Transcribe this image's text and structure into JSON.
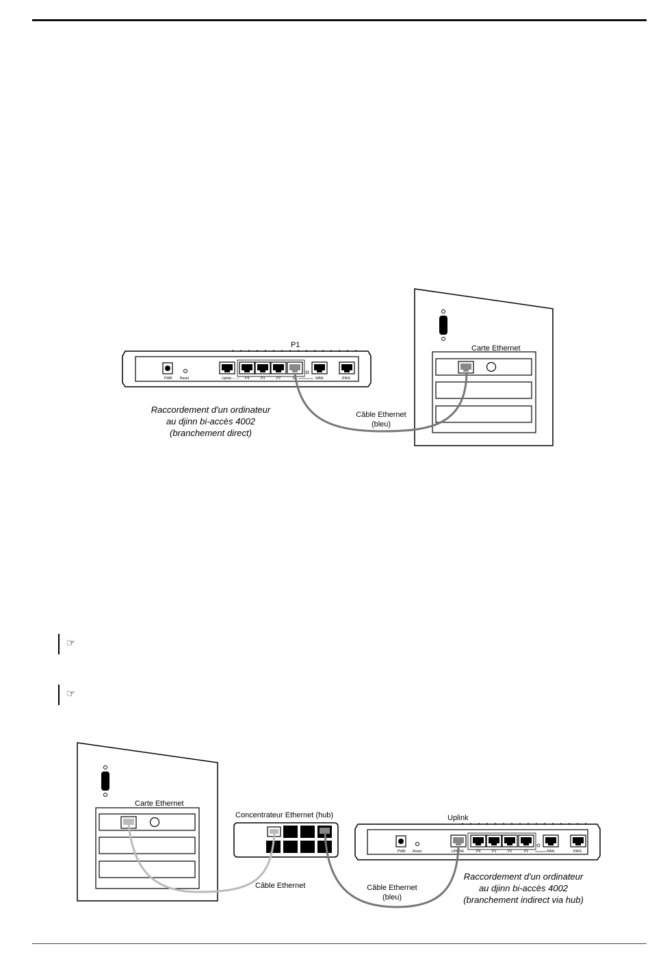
{
  "icons": {
    "note": "pointing-hand-icon"
  },
  "note_glyph": "☞",
  "diagram_direct": {
    "port_callout": "P1",
    "card_label": "Carte Ethernet",
    "cable_label": [
      "Câble Ethernet",
      "(bleu)"
    ],
    "caption": [
      "Raccordement d'un ordinateur",
      "au djinn bi-accès 4002",
      "(branchement direct)"
    ],
    "port_labels": [
      "Uplink",
      "P4",
      "P3",
      "P2",
      "P1",
      "WAN",
      "RNIS"
    ],
    "pwr_label": "PWR",
    "reset_label": "Reset"
  },
  "diagram_hub": {
    "card_label": "Carte Ethernet",
    "hub_label": "Concentrateur Ethernet (hub)",
    "port_callout": "Uplink",
    "cable_gray_label": "Câble Ethernet",
    "cable_blue_label": [
      "Câble Ethernet",
      "(bleu)"
    ],
    "caption": [
      "Raccordement d'un ordinateur",
      "au djinn bi-accès 4002",
      "(branchement indirect via hub)"
    ],
    "port_labels": [
      "UPLINK",
      "P4",
      "P3",
      "P2",
      "P1",
      "WAN",
      "RNIS"
    ],
    "pwr_label": "PWR",
    "reset_label": "Reset"
  }
}
